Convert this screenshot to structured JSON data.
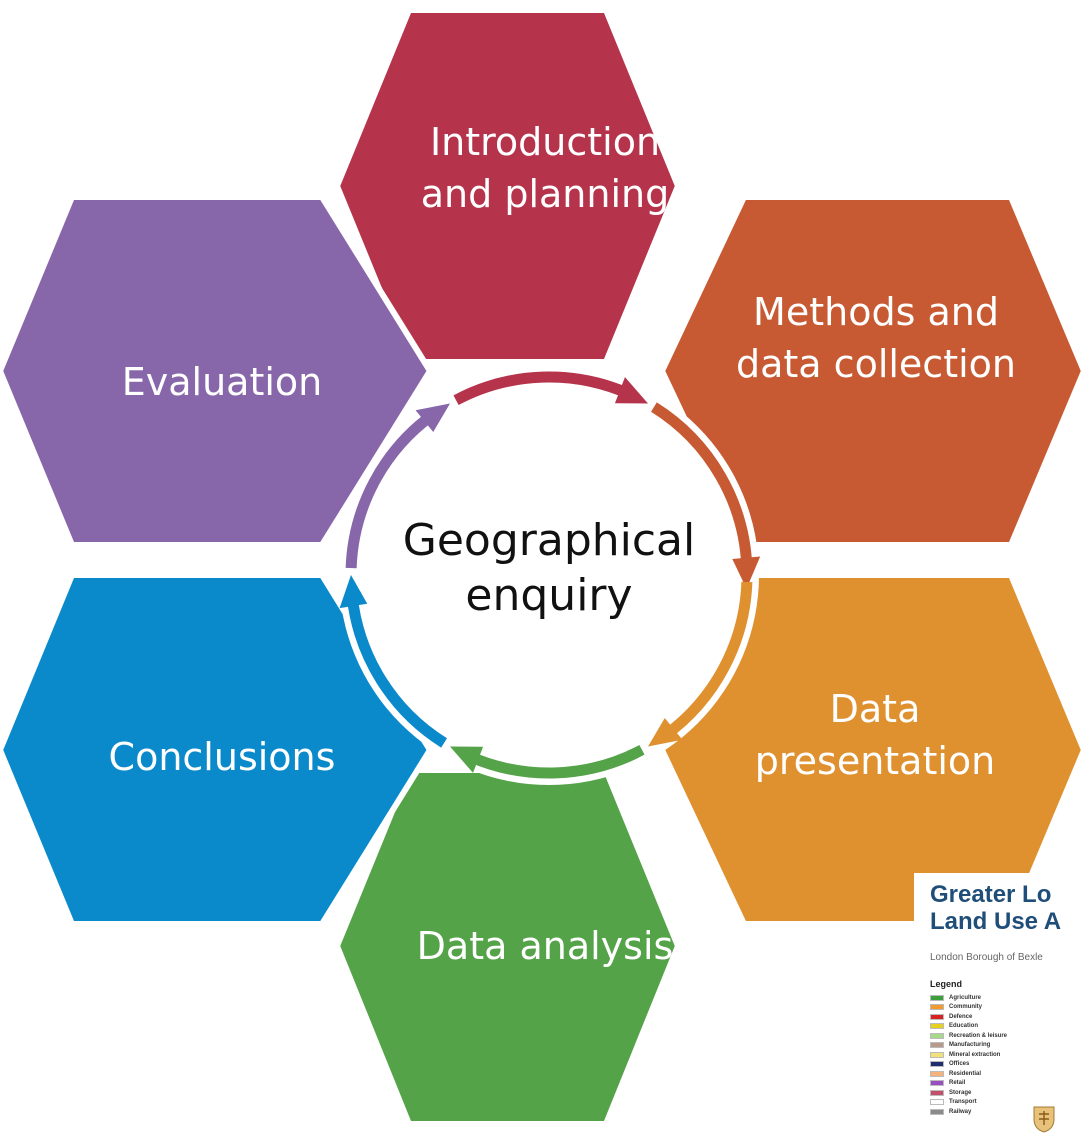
{
  "diagram": {
    "center_label_lines": [
      "Geographical",
      "enquiry"
    ],
    "segments": [
      {
        "lines": [
          "Introduction",
          "and planning"
        ],
        "color": "#b5344c"
      },
      {
        "lines": [
          "Methods and",
          "data collection"
        ],
        "color": "#c75a32"
      },
      {
        "lines": [
          "Data",
          "presentation"
        ],
        "color": "#e0912f"
      },
      {
        "lines": [
          "Data analysis"
        ],
        "color": "#55a349"
      },
      {
        "lines": [
          "Conclusions"
        ],
        "color": "#0b8acb"
      },
      {
        "lines": [
          "Evaluation"
        ],
        "color": "#8866aa"
      }
    ]
  },
  "map_card": {
    "title_lines": [
      "Greater Lo",
      "Land Use A"
    ],
    "subtitle": "London Borough of Bexle",
    "legend_title": "Legend",
    "legend": [
      {
        "label": "Agriculture",
        "color": "#3aa13a"
      },
      {
        "label": "Community",
        "color": "#f29a2e"
      },
      {
        "label": "Defence",
        "color": "#d62222"
      },
      {
        "label": "Education",
        "color": "#e6d21e"
      },
      {
        "label": "Recreation & leisure",
        "color": "#a8d88a"
      },
      {
        "label": "Manufacturing",
        "color": "#b89a8a"
      },
      {
        "label": "Mineral extraction",
        "color": "#f2e07a"
      },
      {
        "label": "Offices",
        "color": "#1d2f6e"
      },
      {
        "label": "Residential",
        "color": "#f5b27a"
      },
      {
        "label": "Retail",
        "color": "#9a4fc0"
      },
      {
        "label": "Storage",
        "color": "#c2506a"
      },
      {
        "label": "Transport",
        "color": "#ffffff"
      },
      {
        "label": "Railway",
        "color": "#8a8a8a"
      }
    ]
  }
}
